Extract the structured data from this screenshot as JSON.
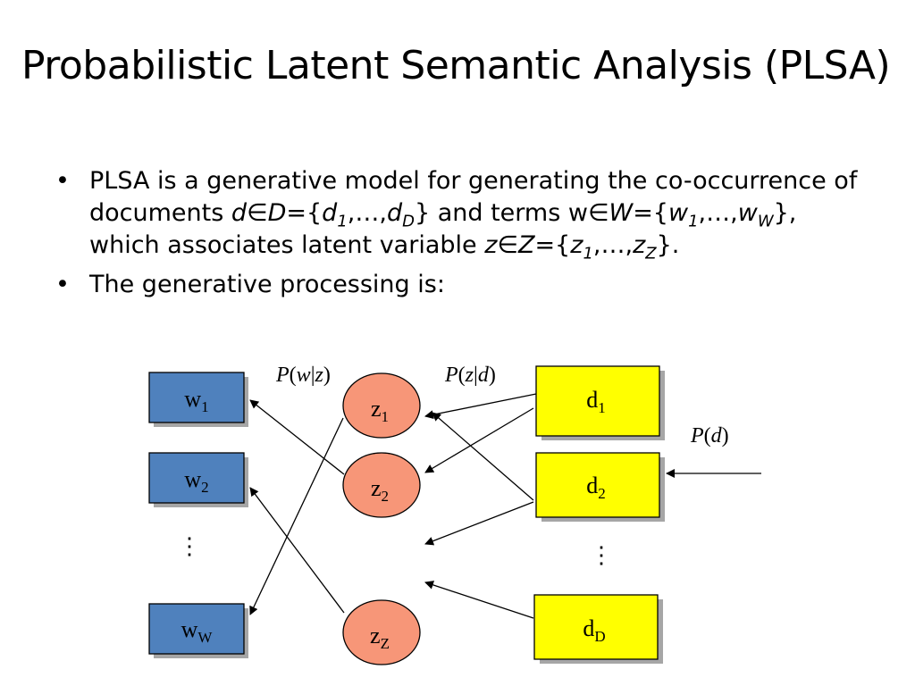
{
  "slide": {
    "title": "Probabilistic Latent Semantic Analysis (PLSA)",
    "bullet_glyph": "•",
    "bullet1": {
      "t1": "PLSA is a generative model for generating the co-occurrence of documents ",
      "d": "d",
      "in": "∈",
      "D": "D",
      "eqopen": "={",
      "d1": "d",
      "d1sub": "1",
      "ellipsis": ",…,",
      "dD": "d",
      "dDsub": "D",
      "close1": "} and terms w",
      "in2": "∈",
      "W": "W",
      "eqopen2": "={",
      "w1": "w",
      "w1sub": "1",
      "ellipsis2": ",…,",
      "wW": "w",
      "wWsub": "W",
      "close2": "}, which associates latent variable ",
      "z": "z",
      "in3": "∈",
      "Z": "Z",
      "eqopen3": "={",
      "z1": "z",
      "z1sub": "1",
      "ellipsis3": ",…,",
      "zZ": "z",
      "zZsub": "Z",
      "close3": "}."
    },
    "bullet2": "The generative processing is:"
  },
  "diagram": {
    "colors": {
      "word_box": "#4f81bd",
      "topic": "#f79678",
      "doc_box": "#ffff00",
      "shadow": "#a6a6a6"
    },
    "words": [
      {
        "base": "w",
        "sub": "1"
      },
      {
        "base": "w",
        "sub": "2"
      },
      {
        "base": "w",
        "sub": "W"
      }
    ],
    "topics": [
      {
        "base": "z",
        "sub": "1"
      },
      {
        "base": "z",
        "sub": "2"
      },
      {
        "base": "z",
        "sub": "Z"
      }
    ],
    "docs": [
      {
        "base": "d",
        "sub": "1"
      },
      {
        "base": "d",
        "sub": "2"
      },
      {
        "base": "d",
        "sub": "D"
      }
    ],
    "vdots": "⋮",
    "labels": {
      "p_wz": {
        "P": "P",
        "open": "(",
        "a": "w",
        "bar": "|",
        "b": "z",
        "close": ")"
      },
      "p_zd": {
        "P": "P",
        "open": "(",
        "a": "z",
        "bar": "|",
        "b": "d",
        "close": ")"
      },
      "p_d": {
        "P": "P",
        "open": "(",
        "a": "d",
        "close": ")"
      }
    }
  }
}
